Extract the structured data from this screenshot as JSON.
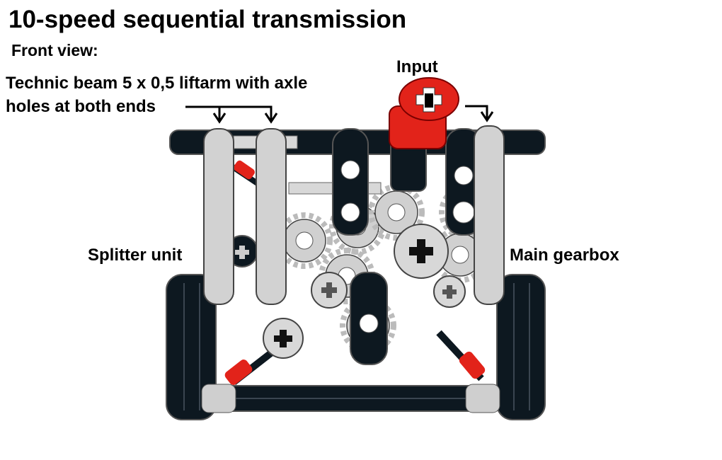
{
  "title": "10-speed sequential transmission",
  "subtitle": "Front view:",
  "labels": {
    "beam_line1": "Technic beam 5 x 0,5 liftarm with axle",
    "beam_line2": "holes at both ends",
    "input": "Input",
    "splitter": "Splitter unit",
    "main_gearbox": "Main gearbox"
  },
  "colors": {
    "black_part": "#0d1820",
    "gray_part": "#c8c8c8",
    "red_part": "#e2231a",
    "outline": "#2a2a2a"
  },
  "icons": [
    "arrow-down-icon"
  ]
}
